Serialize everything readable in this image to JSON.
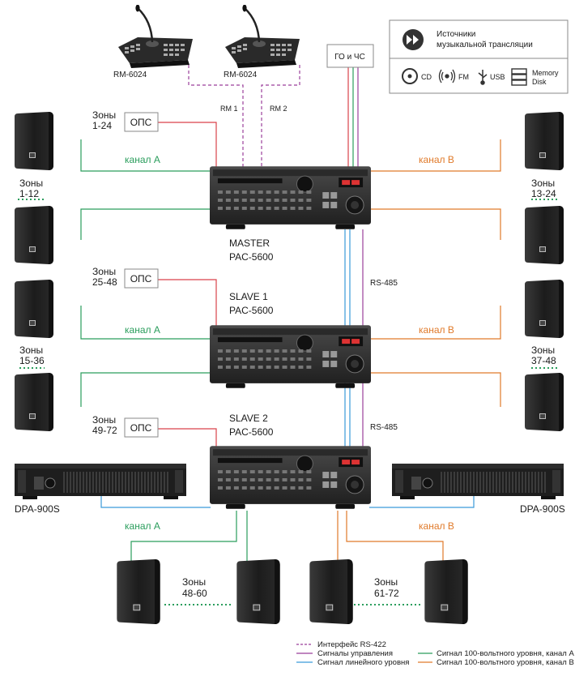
{
  "colors": {
    "green": "#2a9d5c",
    "orange": "#e07a2a",
    "red": "#d9424a",
    "blue": "#3a9ad9",
    "purple": "#9b3f9b",
    "line": "#555555"
  },
  "remotes": [
    {
      "label": "RM-6024"
    },
    {
      "label": "RM-6024"
    }
  ],
  "rm_lines": [
    "RM 1",
    "RM 2"
  ],
  "go_box": "ГО и ЧС",
  "sources": {
    "title_line1": "Источники",
    "title_line2": "музыкальной трансляции",
    "icons": [
      {
        "icon": "cd-icon",
        "label": "CD"
      },
      {
        "icon": "radio-icon",
        "label": "FM"
      },
      {
        "icon": "usb-icon",
        "label": "USB"
      },
      {
        "icon": "memory-disk-icon",
        "label_line1": "Memory",
        "label_line2": "Disk"
      }
    ]
  },
  "ops": [
    {
      "zones_line1": "Зоны",
      "zones_line2": "1-24",
      "label": "ОПС"
    },
    {
      "zones_line1": "Зоны",
      "zones_line2": "25-48",
      "label": "ОПС"
    },
    {
      "zones_line1": "Зоны",
      "zones_line2": "49-72",
      "label": "ОПС"
    }
  ],
  "units": [
    {
      "role": "MASTER",
      "model": "PAC-5600"
    },
    {
      "role": "SLAVE 1",
      "model": "PAC-5600"
    },
    {
      "role": "SLAVE 2",
      "model": "PAC-5600"
    }
  ],
  "rs485": [
    "RS-485",
    "RS-485"
  ],
  "channel_a": "канал А",
  "channel_b": "канал В",
  "zone_groups": {
    "left_top": {
      "line1": "Зоны",
      "line2": "1-12"
    },
    "left_mid": {
      "line1": "Зоны",
      "line2": "15-36"
    },
    "right_top": {
      "line1": "Зоны",
      "line2": "13-24"
    },
    "right_mid": {
      "line1": "Зоны",
      "line2": "37-48"
    },
    "bottom_left": {
      "line1": "Зоны",
      "line2": "48-60"
    },
    "bottom_right": {
      "line1": "Зоны",
      "line2": "61-72"
    }
  },
  "amplifiers": [
    {
      "label": "DPA-900S"
    },
    {
      "label": "DPA-900S"
    }
  ],
  "legend": [
    {
      "label": "Интерфейс RS-422",
      "color": "#9b3f9b",
      "dashed": true
    },
    {
      "label": "Сигналы управления",
      "color": "#9b3f9b",
      "dashed": false
    },
    {
      "label": "Сигнал линейного уровня",
      "color": "#3a9ad9",
      "dashed": false
    },
    {
      "label": "Сигнал 100-вольтного уровня, канал А",
      "color": "#2a9d5c",
      "dashed": false
    },
    {
      "label": "Сигнал 100-вольтного уровня, канал В",
      "color": "#e07a2a",
      "dashed": false
    }
  ]
}
